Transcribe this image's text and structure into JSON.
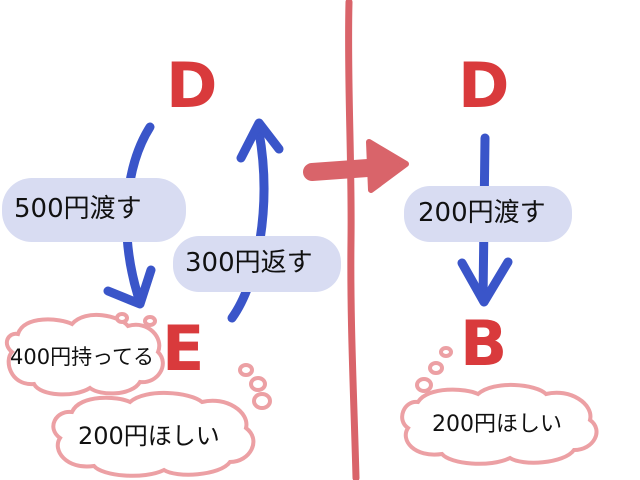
{
  "left_panel": {
    "top_node": "D",
    "bottom_node": "E",
    "give_label": "500円渡す",
    "return_label": "300円返す",
    "has_thought": "400円持ってる",
    "want_thought": "200円ほしい"
  },
  "right_panel": {
    "top_node": "D",
    "bottom_node": "B",
    "give_label": "200円渡す",
    "want_thought": "200円ほしい"
  },
  "colors": {
    "node_text": "#d93a3c",
    "arrow_blue": "#3a55c9",
    "pill_fill": "#d8dcf2",
    "divider": "#d9646a",
    "thought_stroke": "#eca0a4",
    "transform_arrow": "#d9646a"
  }
}
